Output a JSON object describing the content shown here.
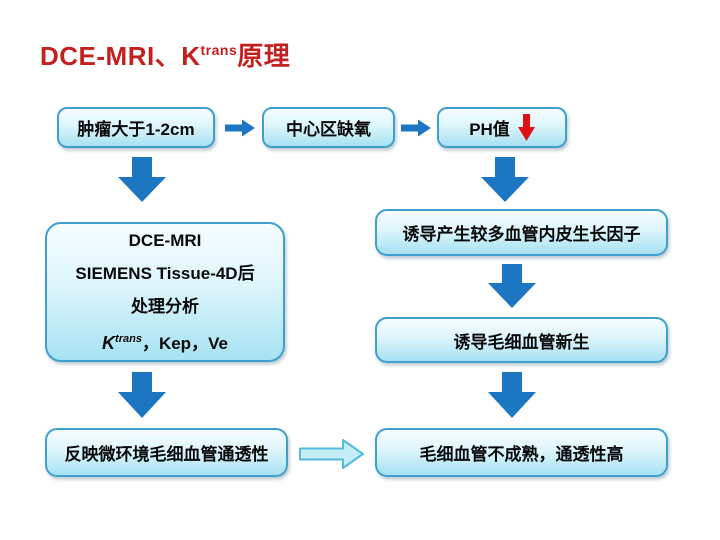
{
  "title": {
    "prefix": "DCE-MRI、K",
    "superscript": "trans",
    "suffix": "原理"
  },
  "flow": {
    "top_row": [
      "肿瘤大于1-2cm",
      "中心区缺氧",
      "PH值"
    ],
    "left_column": {
      "main_box": {
        "line1": "DCE-MRI",
        "line2": "SIEMENS Tissue-4D后",
        "line3": "处理分析",
        "line4_k": "K",
        "line4_sup": "trans",
        "line4_rest": "，Kep，Ve"
      },
      "bottom_box": "反映微环境毛细血管通透性"
    },
    "right_column": [
      "诱导产生较多血管内皮生长因子",
      "诱导毛细血管新生",
      "毛细血管不成熟，通透性高"
    ]
  },
  "icons": {
    "arrow-right-icon": "→ solid blue block arrow",
    "arrow-down-icon": "↓ solid blue block arrow",
    "ph-down-arrow-icon": "⬇ red block arrow (PH value decrease)",
    "outline-arrow-right-icon": "⇨ light-blue outlined block arrow"
  },
  "colors": {
    "title_red": "#c32020",
    "arrow_blue": "#1d76c1",
    "box_border": "#3f9fce",
    "box_fill_top": "#f6fdff",
    "box_fill_bottom": "#a6e2f3",
    "ph_arrow_red": "#dd1212",
    "outline_arrow_fill": "#c4edf8",
    "outline_arrow_stroke": "#55b9dc",
    "text": "#0a0a0a",
    "background": "#ffffff"
  }
}
